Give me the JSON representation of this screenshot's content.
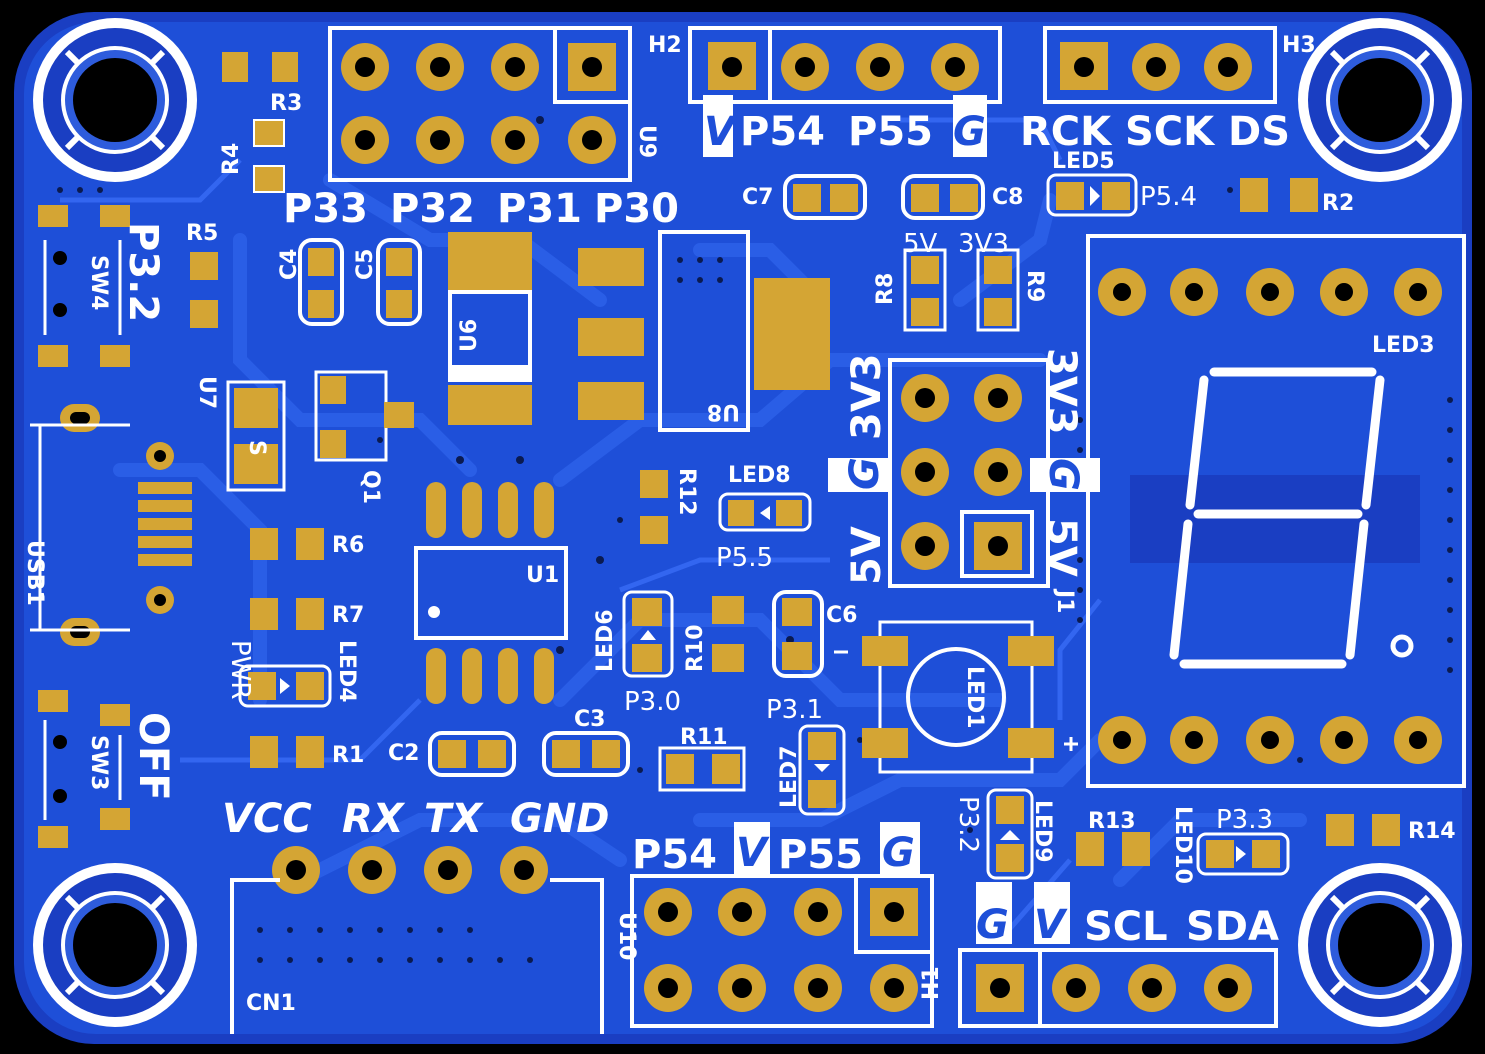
{
  "board": {
    "colors": {
      "substrate": "#000000",
      "copper": "#1e4fd8",
      "copper_dark": "#1a3ec2",
      "trace": "#2a5ee6",
      "pad": "#d4a534",
      "silk": "#ffffff"
    }
  },
  "pin_labels": {
    "p33": "P33",
    "p32": "P32",
    "p31": "P31",
    "p30": "P30",
    "v_top": "V",
    "p54_top": "P54",
    "p55_top": "P55",
    "g_top": "G",
    "rck": "RCK",
    "sck": "SCK",
    "ds": "DS",
    "v3_left": "3V3",
    "g_left": "G",
    "v5_left": "5V",
    "v3_right": "3V3",
    "g_right": "G",
    "v5_right": "5V",
    "vcc": "VCC",
    "rx": "RX",
    "tx": "TX",
    "gnd": "GND",
    "p54_bot": "P54",
    "v_bot": "V",
    "p55_bot": "P55",
    "g_bot": "G",
    "g_i2c": "G",
    "v_i2c": "V",
    "scl": "SCL",
    "sda": "SDA",
    "p3_2_sw": "P3.2",
    "off": "OFF"
  },
  "small_labels": {
    "pwr": "PWR",
    "p5_5": "P5.5",
    "p5_4": "P5.4",
    "p3_0": "P3.0",
    "p3_1": "P3.1",
    "p3_2": "P3.2",
    "p3_3": "P3.3",
    "v5": "5V",
    "v3": "3V3"
  },
  "refdes": {
    "h1": "H1",
    "h2": "H2",
    "h3": "H3",
    "r1": "R1",
    "r2": "R2",
    "r3": "R3",
    "r4": "R4",
    "r5": "R5",
    "r6": "R6",
    "r7": "R7",
    "r8": "R8",
    "r9": "R9",
    "r10": "R10",
    "r11": "R11",
    "r12": "R12",
    "r13": "R13",
    "r14": "R14",
    "c2": "C2",
    "c3": "C3",
    "c4": "C4",
    "c5": "C5",
    "c6": "C6",
    "c7": "C7",
    "c8": "C8",
    "u1": "U1",
    "u6": "U6",
    "u7": "U7",
    "u8": "U8",
    "u9": "U9",
    "u10": "U10",
    "q1": "Q1",
    "j1": "J1",
    "sw3": "SW3",
    "sw4": "SW4",
    "usb1": "USB1",
    "cn1": "CN1",
    "led1": "LED1",
    "led3": "LED3",
    "led4": "LED4",
    "led5": "LED5",
    "led6": "LED6",
    "led7": "LED7",
    "led8": "LED8",
    "led9": "LED9",
    "led10": "LED10",
    "u7_mark": "S"
  }
}
